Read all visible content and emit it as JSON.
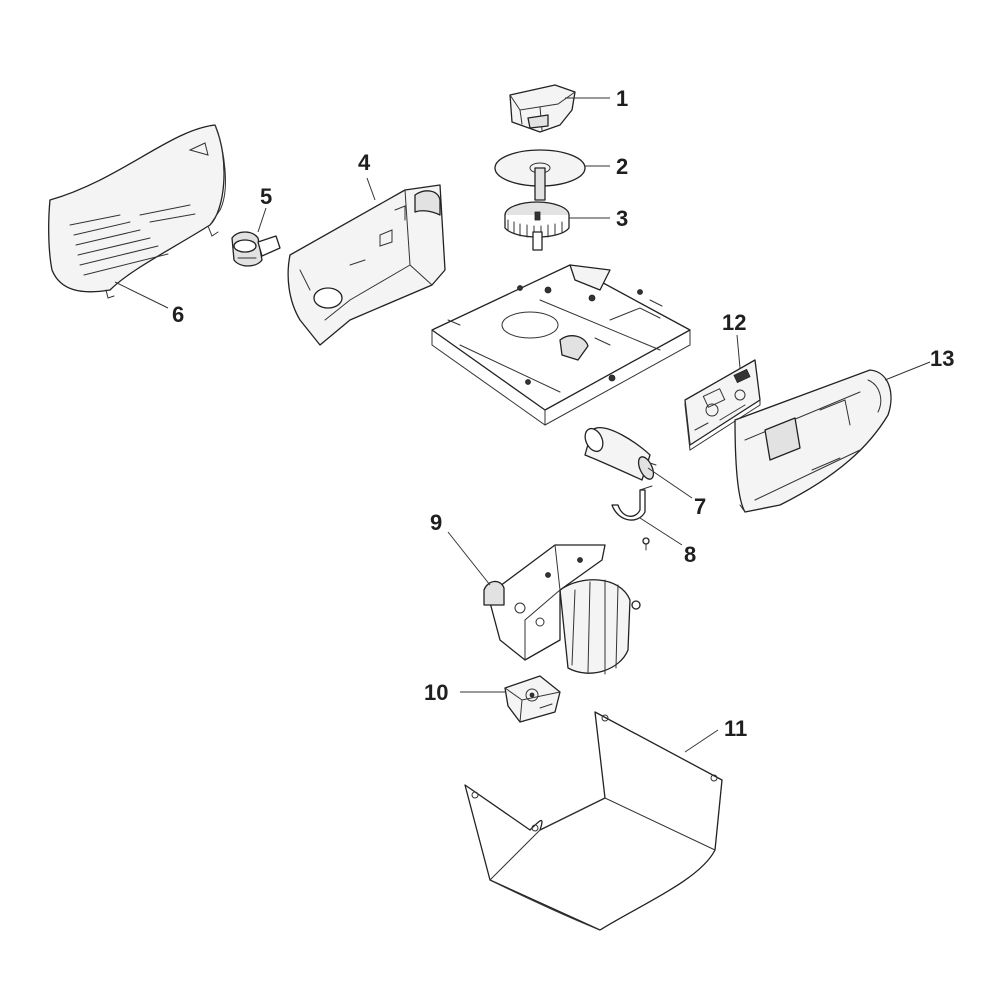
{
  "diagram": {
    "callouts": [
      {
        "id": "1",
        "label": "1"
      },
      {
        "id": "2",
        "label": "2"
      },
      {
        "id": "3",
        "label": "3"
      },
      {
        "id": "4",
        "label": "4"
      },
      {
        "id": "5",
        "label": "5"
      },
      {
        "id": "6",
        "label": "6"
      },
      {
        "id": "7",
        "label": "7"
      },
      {
        "id": "8",
        "label": "8"
      },
      {
        "id": "9",
        "label": "9"
      },
      {
        "id": "10",
        "label": "10"
      },
      {
        "id": "11",
        "label": "11"
      },
      {
        "id": "12",
        "label": "12"
      },
      {
        "id": "13",
        "label": "13"
      }
    ],
    "line_color": "#222222",
    "background": "#ffffff"
  }
}
